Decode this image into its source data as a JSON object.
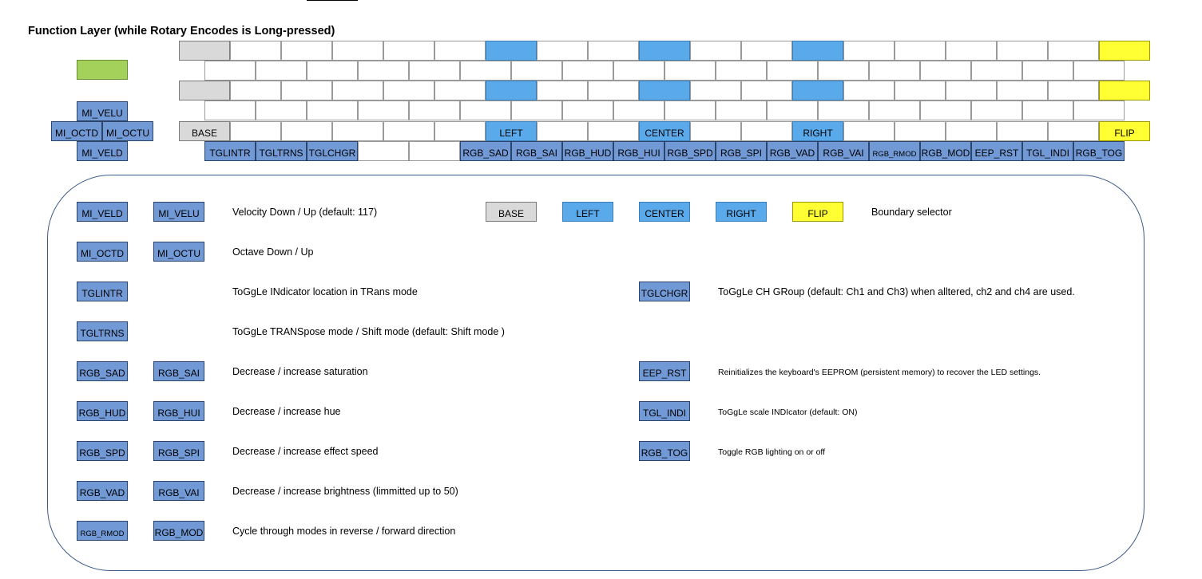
{
  "title": "Function Layer (while Rotary Encodes is Long-pressed)",
  "encoder": {
    "velu": "MI_VELU",
    "octd": "MI_OCTD",
    "octu": "MI_OCTU",
    "veld": "MI_VELD"
  },
  "keyboard": {
    "boundary_row": [
      "BASE",
      "LEFT",
      "CENTER",
      "RIGHT",
      "FLIP"
    ],
    "function_row": [
      "TGLINTR",
      "TGLTRNS",
      "TGLCHGR",
      "RGB_SAD",
      "RGB_SAI",
      "RGB_HUD",
      "RGB_HUI",
      "RGB_SPD",
      "RGB_SPI",
      "RGB_VAD",
      "RGB_VAI",
      "RGB_RMOD",
      "RGB_MOD",
      "EEP_RST",
      "TGL_INDI",
      "RGB_TOG"
    ]
  },
  "legend": {
    "velocity": {
      "keys": [
        "MI_VELD",
        "MI_VELU"
      ],
      "text": "Velocity Down / Up (default: 117)"
    },
    "boundary": {
      "keys": [
        "BASE",
        "LEFT",
        "CENTER",
        "RIGHT",
        "FLIP"
      ],
      "text": "Boundary selector"
    },
    "octave": {
      "keys": [
        "MI_OCTD",
        "MI_OCTU"
      ],
      "text": "Octave Down / Up"
    },
    "tglintr": {
      "key": "TGLINTR",
      "text": "ToGgLe INdicator location in TRans mode"
    },
    "tglchgr": {
      "key": "TGLCHGR",
      "text": "ToGgLe CH GRoup (default: Ch1 and Ch3) when alltered, ch2 and ch4 are used."
    },
    "tgltrns": {
      "key": "TGLTRNS",
      "text": "ToGgLe TRANSpose mode / Shift mode (default: Shift mode )"
    },
    "saturation": {
      "keys": [
        "RGB_SAD",
        "RGB_SAI"
      ],
      "text": "Decrease / increase saturation"
    },
    "eep_rst": {
      "key": "EEP_RST",
      "text": "Reinitializes the keyboard's EEPROM (persistent memory) to recover the LED settings."
    },
    "hue": {
      "keys": [
        "RGB_HUD",
        "RGB_HUI"
      ],
      "text": "Decrease / increase hue"
    },
    "tgl_indi": {
      "key": "TGL_INDI",
      "text": "ToGgLe scale INDIcator (default: ON)"
    },
    "speed": {
      "keys": [
        "RGB_SPD",
        "RGB_SPI"
      ],
      "text": "Decrease / increase effect speed"
    },
    "rgb_tog": {
      "key": "RGB_TOG",
      "text": "Toggle RGB lighting on or off"
    },
    "brightness": {
      "keys": [
        "RGB_VAD",
        "RGB_VAI"
      ],
      "text": "Decrease / increase brightness (limmitted up to 50)"
    },
    "mode": {
      "keys": [
        "RGB_RMOD",
        "RGB_MOD"
      ],
      "text": "Cycle through modes in reverse / forward direction"
    }
  },
  "colors": {
    "base": "#d9d9d9",
    "boundary": "#5aa9ea",
    "flip": "#ffff33",
    "encoder_top": "#a3d15a",
    "function_key": "#7199d6",
    "panel_border": "#3b5a86"
  }
}
